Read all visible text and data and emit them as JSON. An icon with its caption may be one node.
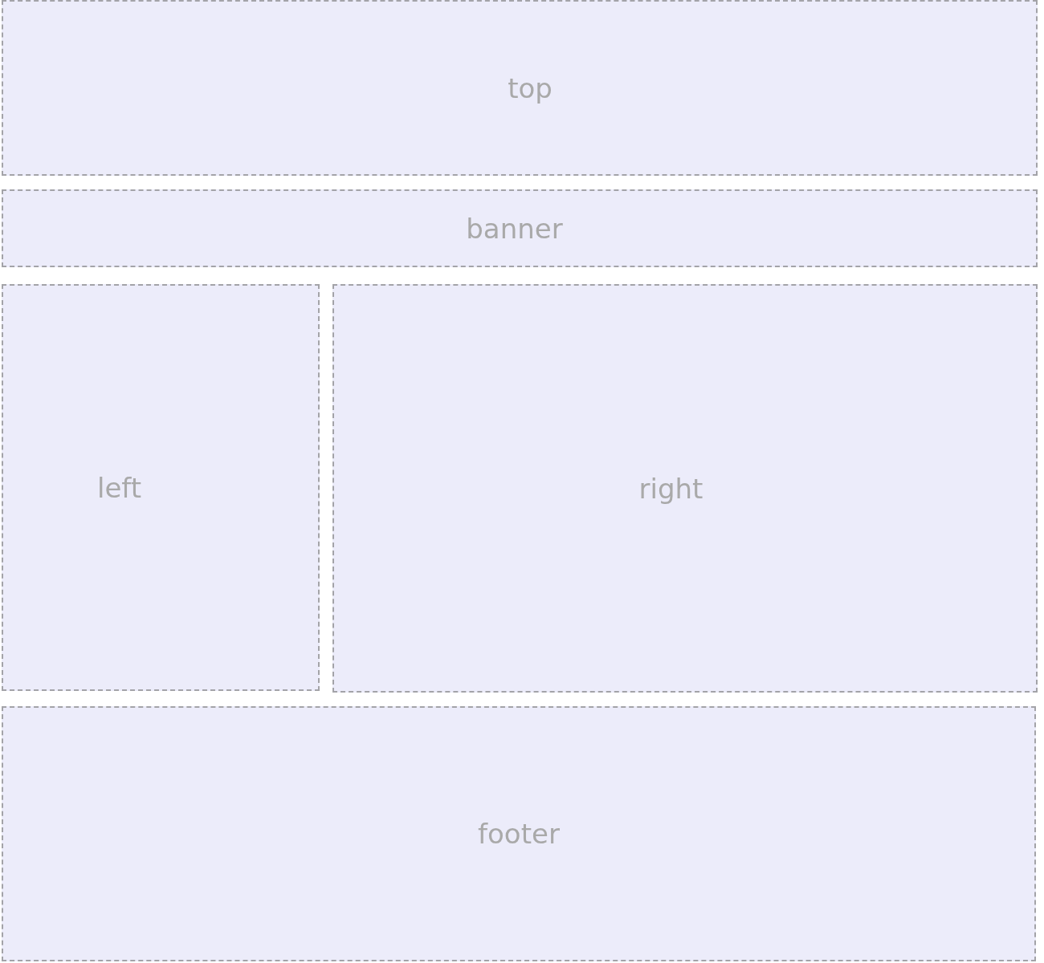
{
  "diagram": {
    "nodes": [
      {
        "text": [
          "top"
        ]
      },
      {
        "text": [
          "banner"
        ]
      },
      {
        "text": [
          "left"
        ]
      },
      {
        "text": [
          "right"
        ]
      },
      {
        "text": [
          "footer"
        ]
      }
    ]
  }
}
